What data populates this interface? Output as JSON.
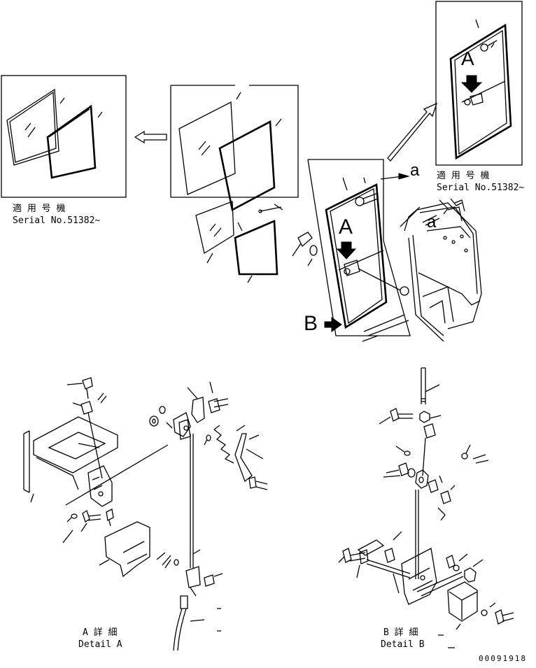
{
  "labels": {
    "serial_jp": "適 用 号 機",
    "serial_en": "Serial No.51382~",
    "detail_a_jp": "A 詳 細",
    "detail_a_en": "Detail A",
    "detail_b_jp": "B 詳 細",
    "detail_b_en": "Detail B",
    "callout_a": "A",
    "callout_b": "B",
    "ref_a": "a",
    "drawing_number": "00091918"
  }
}
